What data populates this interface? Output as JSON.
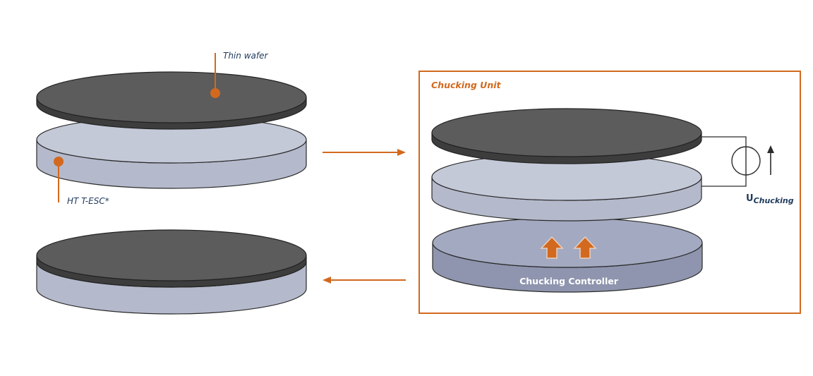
{
  "labels": {
    "thin_wafer": "Thin wafer",
    "esc": "HT T-ESC*",
    "chucking_unit": "Chucking Unit",
    "chucking_controller": "Chucking Controller",
    "voltage_symbol": "U",
    "voltage_subscript": "Chucking"
  },
  "colors": {
    "accent": "#d2691e",
    "wafer_top": "#5c5c5c",
    "wafer_edge": "#3d3d3d",
    "esc_top": "#c4c9d8",
    "esc_side": "#b4b9cb",
    "controller_top": "#a3a9c0",
    "controller_side": "#8f95ae",
    "text_dark": "#1f3a5c"
  }
}
